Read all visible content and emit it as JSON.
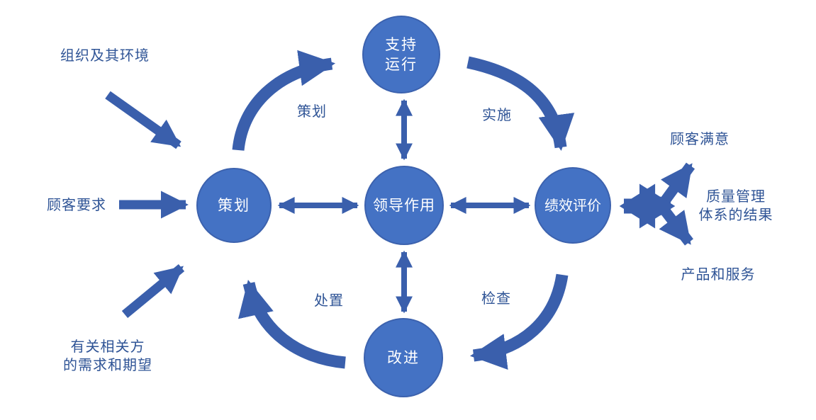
{
  "nodes": {
    "support": {
      "line1": "支持",
      "line2": "运行"
    },
    "plan": {
      "label": "策划"
    },
    "leadership": {
      "label": "领导作用"
    },
    "performance": {
      "label": "绩效评价"
    },
    "improvement": {
      "label": "改进"
    }
  },
  "inputs": {
    "organization": "组织及其环境",
    "customer_requirements": "顾客要求",
    "interested_parties_line1": "有关相关方",
    "interested_parties_line2": "的需求和期望"
  },
  "outputs": {
    "customer_satisfaction": "顾客满意",
    "qms_results_line1": "质量管理",
    "qms_results_line2": "体系的结果",
    "products_services": "产品和服务"
  },
  "cycle_labels": {
    "plan": "策划",
    "do": "实施",
    "check": "检查",
    "act": "处置"
  },
  "colors": {
    "node_fill": "#4472C4",
    "node_border": "#3C62AE",
    "arrow": "#3A5FAC",
    "label_text": "#2F5496",
    "node_text": "#FFFFFF"
  }
}
